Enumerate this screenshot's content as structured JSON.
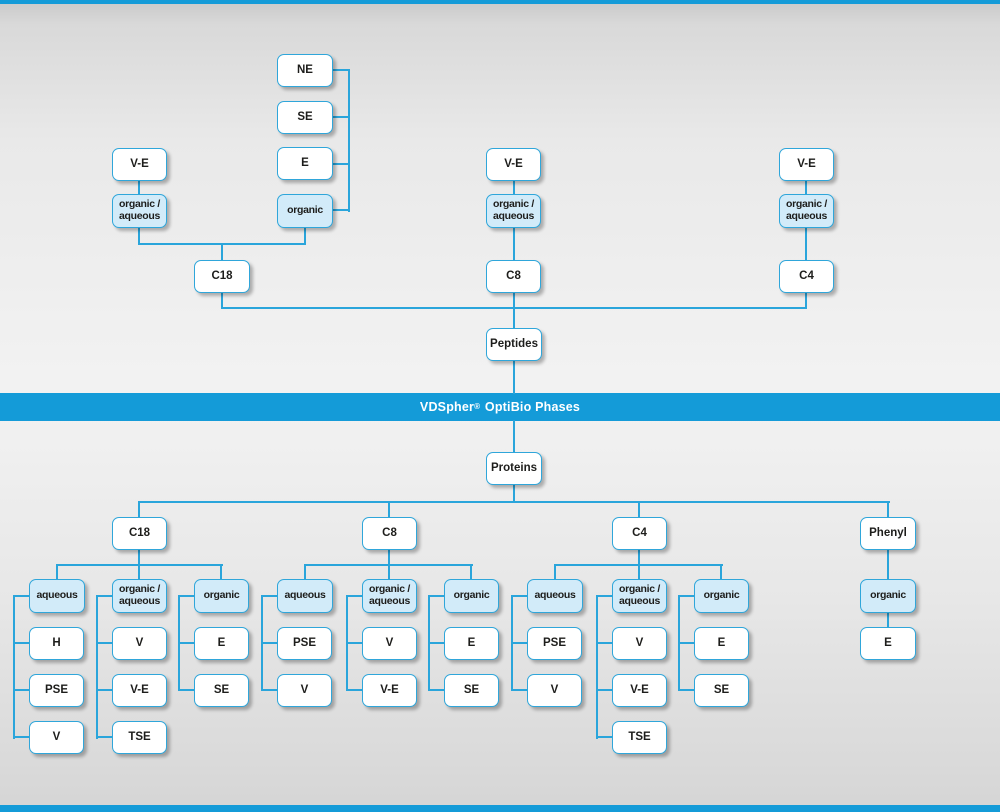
{
  "banner": {
    "brand": "VDSpher",
    "registered": "®",
    "rest": "OptiBio Phases"
  },
  "colors": {
    "accent_bar": "#149bd8",
    "connector_line": "#2aa5db",
    "box_border": "#2fa6da",
    "highlight_fill": "#d2ebf9",
    "box_fill": "#ffffff",
    "text": "#1d1d1b"
  },
  "peptides": {
    "root_label": "Peptides",
    "columns": [
      {
        "label": "C18",
        "modes": [
          {
            "label": "organic / aqueous",
            "variants": [
              "V-E"
            ]
          },
          {
            "label": "organic",
            "variants": [
              "NE",
              "SE",
              "E"
            ]
          }
        ]
      },
      {
        "label": "C8",
        "modes": [
          {
            "label": "organic / aqueous",
            "variants": [
              "V-E"
            ]
          }
        ]
      },
      {
        "label": "C4",
        "modes": [
          {
            "label": "organic / aqueous",
            "variants": [
              "V-E"
            ]
          }
        ]
      }
    ]
  },
  "proteins": {
    "root_label": "Proteins",
    "columns": [
      {
        "label": "C18",
        "modes": [
          {
            "label": "aqueous",
            "variants": [
              "H",
              "PSE",
              "V"
            ]
          },
          {
            "label": "organic / aqueous",
            "variants": [
              "V",
              "V-E",
              "TSE"
            ]
          },
          {
            "label": "organic",
            "variants": [
              "E",
              "SE"
            ]
          }
        ]
      },
      {
        "label": "C8",
        "modes": [
          {
            "label": "aqueous",
            "variants": [
              "PSE",
              "V"
            ]
          },
          {
            "label": "organic / aqueous",
            "variants": [
              "V",
              "V-E"
            ]
          },
          {
            "label": "organic",
            "variants": [
              "E",
              "SE"
            ]
          }
        ]
      },
      {
        "label": "C4",
        "modes": [
          {
            "label": "aqueous",
            "variants": [
              "PSE",
              "V"
            ]
          },
          {
            "label": "organic / aqueous",
            "variants": [
              "V",
              "V-E",
              "TSE"
            ]
          },
          {
            "label": "organic",
            "variants": [
              "E",
              "SE"
            ]
          }
        ]
      },
      {
        "label": "Phenyl",
        "modes": [
          {
            "label": "organic",
            "variants": [
              "E"
            ]
          }
        ]
      }
    ]
  }
}
